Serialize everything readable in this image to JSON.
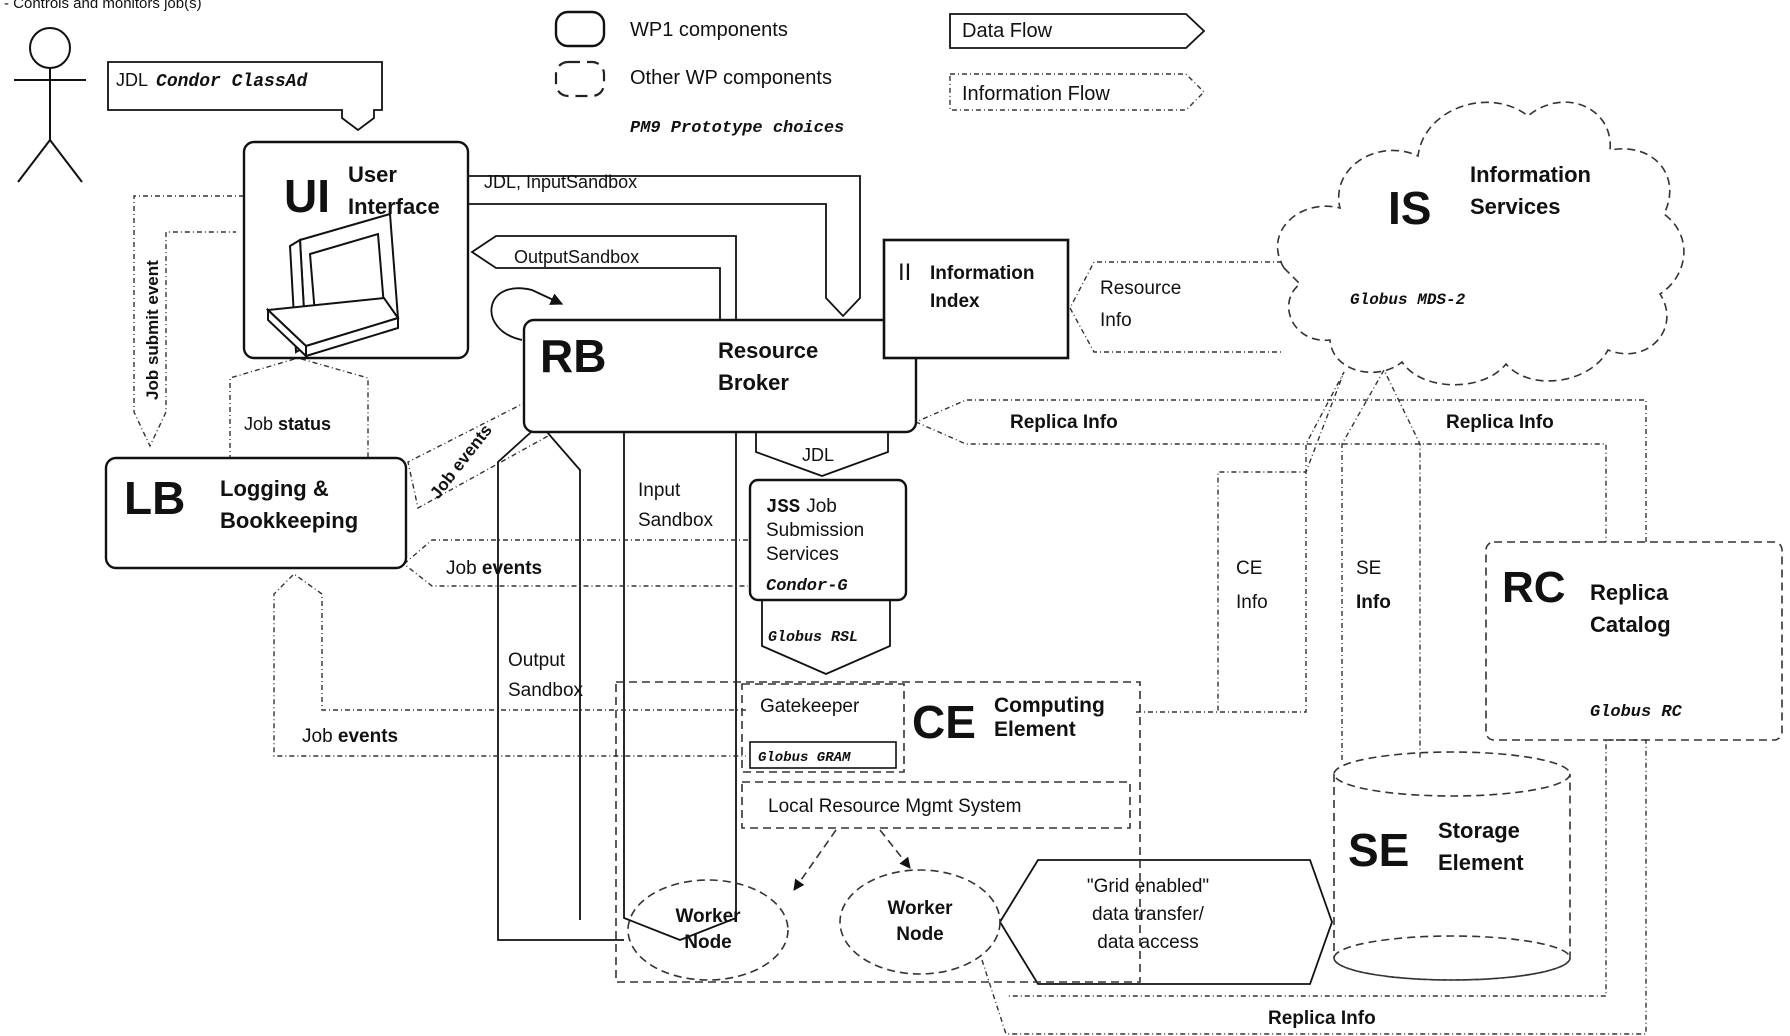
{
  "header_note": "- Controls and monitors job(s)",
  "legend": {
    "wp1": "WP1 components",
    "other_wp": "Other WP components",
    "pm9": "PM9 Prototype choices",
    "data_flow": "Data Flow",
    "info_flow": "Information Flow"
  },
  "user_jdl": {
    "prefix": "JDL",
    "mono": "Condor ClassAd"
  },
  "ui": {
    "abbr": "UI",
    "name_line1": "User",
    "name_line2": "Interface"
  },
  "rb": {
    "abbr": "RB",
    "name_line1": "Resource",
    "name_line2": "Broker"
  },
  "lb": {
    "abbr": "LB",
    "name_line1": "Logging &",
    "name_line2": "Bookkeeping"
  },
  "ii": {
    "abbr": "II",
    "name_line1": "Information",
    "name_line2": "Index"
  },
  "is": {
    "abbr": "IS",
    "name_line1": "Information",
    "name_line2": "Services",
    "impl": "Globus MDS-2"
  },
  "jss": {
    "abbr": "JSS",
    "line1": "Job",
    "line2": "Submission",
    "line3": "Services",
    "impl": "Condor-G"
  },
  "rsl": "Globus RSL",
  "ce": {
    "abbr": "CE",
    "name_line1": "Computing",
    "name_line2": "Element",
    "gatekeeper": "Gatekeeper",
    "gram": "Globus GRAM",
    "lrms": "Local Resource Mgmt System"
  },
  "worker1": {
    "line1": "Worker",
    "line2": "Node"
  },
  "worker2": {
    "line1": "Worker",
    "line2": "Node"
  },
  "rc": {
    "abbr": "RC",
    "name_line1": "Replica",
    "name_line2": "Catalog",
    "impl": "Globus RC"
  },
  "se": {
    "abbr": "SE",
    "name_line1": "Storage",
    "name_line2": "Element"
  },
  "flows": {
    "jdl_input": "JDL, InputSandbox",
    "output_sandbox_top": "OutputSandbox",
    "resource_info_1": "Resource",
    "resource_info_2": "Info",
    "job_submit_event": "Job submit event",
    "job_status_prefix": "Job ",
    "job_status_bold": "status",
    "job_events_diag": "Job events",
    "replica_info_rb": "Replica Info",
    "replica_info_rc": "Replica Info",
    "jdl_small": "JDL",
    "input_sandbox_1": "Input",
    "input_sandbox_2": "Sandbox",
    "job_events_mid_prefix": "Job ",
    "job_events_mid_bold": "events",
    "output_sandbox_1": "Output",
    "output_sandbox_2": "Sandbox",
    "job_events_low_prefix": "Job ",
    "job_events_low_bold": "events",
    "ce_info_1": "CE",
    "ce_info_2": "Info",
    "se_info_1": "SE",
    "se_info_2": "Info",
    "grid_1": "\"Grid enabled\"",
    "grid_2": "data transfer/",
    "grid_3": "data access",
    "replica_info_bottom": "Replica Info"
  }
}
